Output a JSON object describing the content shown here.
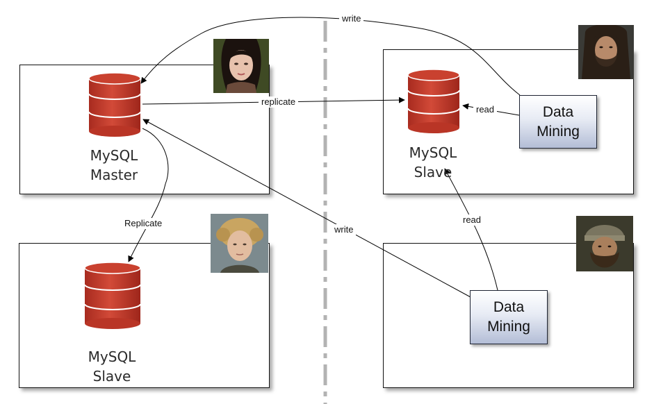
{
  "nodes": {
    "master": {
      "line1": "MySQL",
      "line2": "Master"
    },
    "slave_left": {
      "line1": "MySQL",
      "line2": "Slave"
    },
    "slave_right": {
      "line1": "MySQL",
      "line2": "Slave"
    },
    "data_mining_top": {
      "label": "Data\nMining"
    },
    "data_mining_bottom": {
      "label": "Data\nMining"
    }
  },
  "edges": {
    "write_top": "write",
    "replicate_right": "replicate",
    "read_top": "read",
    "replicate_left": "Replicate",
    "write_mid": "write",
    "read_mid": "read"
  },
  "colors": {
    "db_red": "#c23a2c",
    "db_red_dark": "#8f2017",
    "divider": "#b3b3b3",
    "data_mining_gradient_end": "#b3bdd6"
  },
  "avatars": [
    {
      "name": "portrait-woman-dark-hair-icon"
    },
    {
      "name": "portrait-bearded-man-icon"
    },
    {
      "name": "portrait-curly-blond-boy-icon"
    },
    {
      "name": "portrait-helmeted-dwarf-icon"
    }
  ]
}
